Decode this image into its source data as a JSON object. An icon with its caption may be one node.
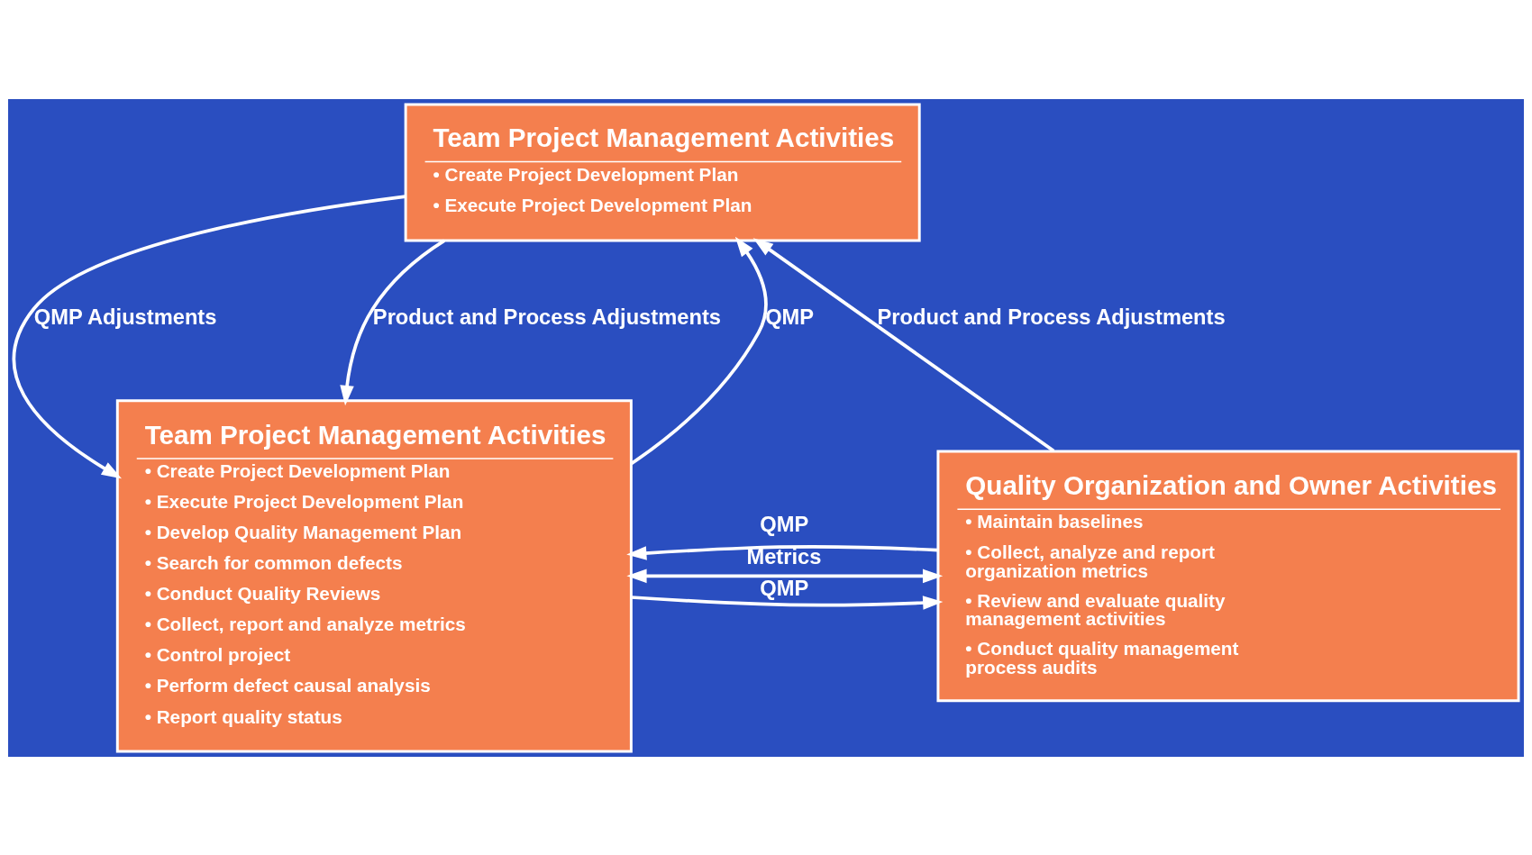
{
  "diagram": {
    "nodes": [
      {
        "text": [
          "Team Project Management Activities",
          "• Create Project Development Plan",
          "• Execute Project Development Plan"
        ]
      },
      {
        "text": [
          "Team Project Management Activities",
          "• Create Project Development Plan",
          "• Execute Project Development Plan",
          "• Develop Quality Management Plan",
          "• Search for common defects",
          "• Conduct Quality Reviews",
          "• Collect, report and analyze metrics",
          "• Control project",
          "• Perform defect causal analysis",
          "• Report quality status"
        ]
      },
      {
        "text": [
          "Quality Organization and Owner Activities",
          "• Maintain baselines",
          "• Collect, analyze and report organization metrics",
          "• Review and evaluate quality management activities",
          "• Conduct quality management process audits"
        ]
      }
    ],
    "edges": [
      {
        "from": 0,
        "to": 1,
        "arrow": "to",
        "label": "QMP Adjustments"
      },
      {
        "from": 1,
        "to": 0,
        "arrow": "to",
        "label": "QMP"
      },
      {
        "from": 0,
        "to": 1,
        "arrow": "to",
        "label": "Product and Process Adjustments"
      },
      {
        "from": 2,
        "to": 0,
        "arrow": "to",
        "label": "Product and Process Adjustments"
      },
      {
        "from": 1,
        "to": 2,
        "arrow": "both",
        "label": "Metrics"
      },
      {
        "from": 1,
        "to": 2,
        "arrow": "to",
        "label": "QMP"
      },
      {
        "from": 2,
        "to": 1,
        "arrow": "to",
        "label": "QMP"
      }
    ]
  }
}
